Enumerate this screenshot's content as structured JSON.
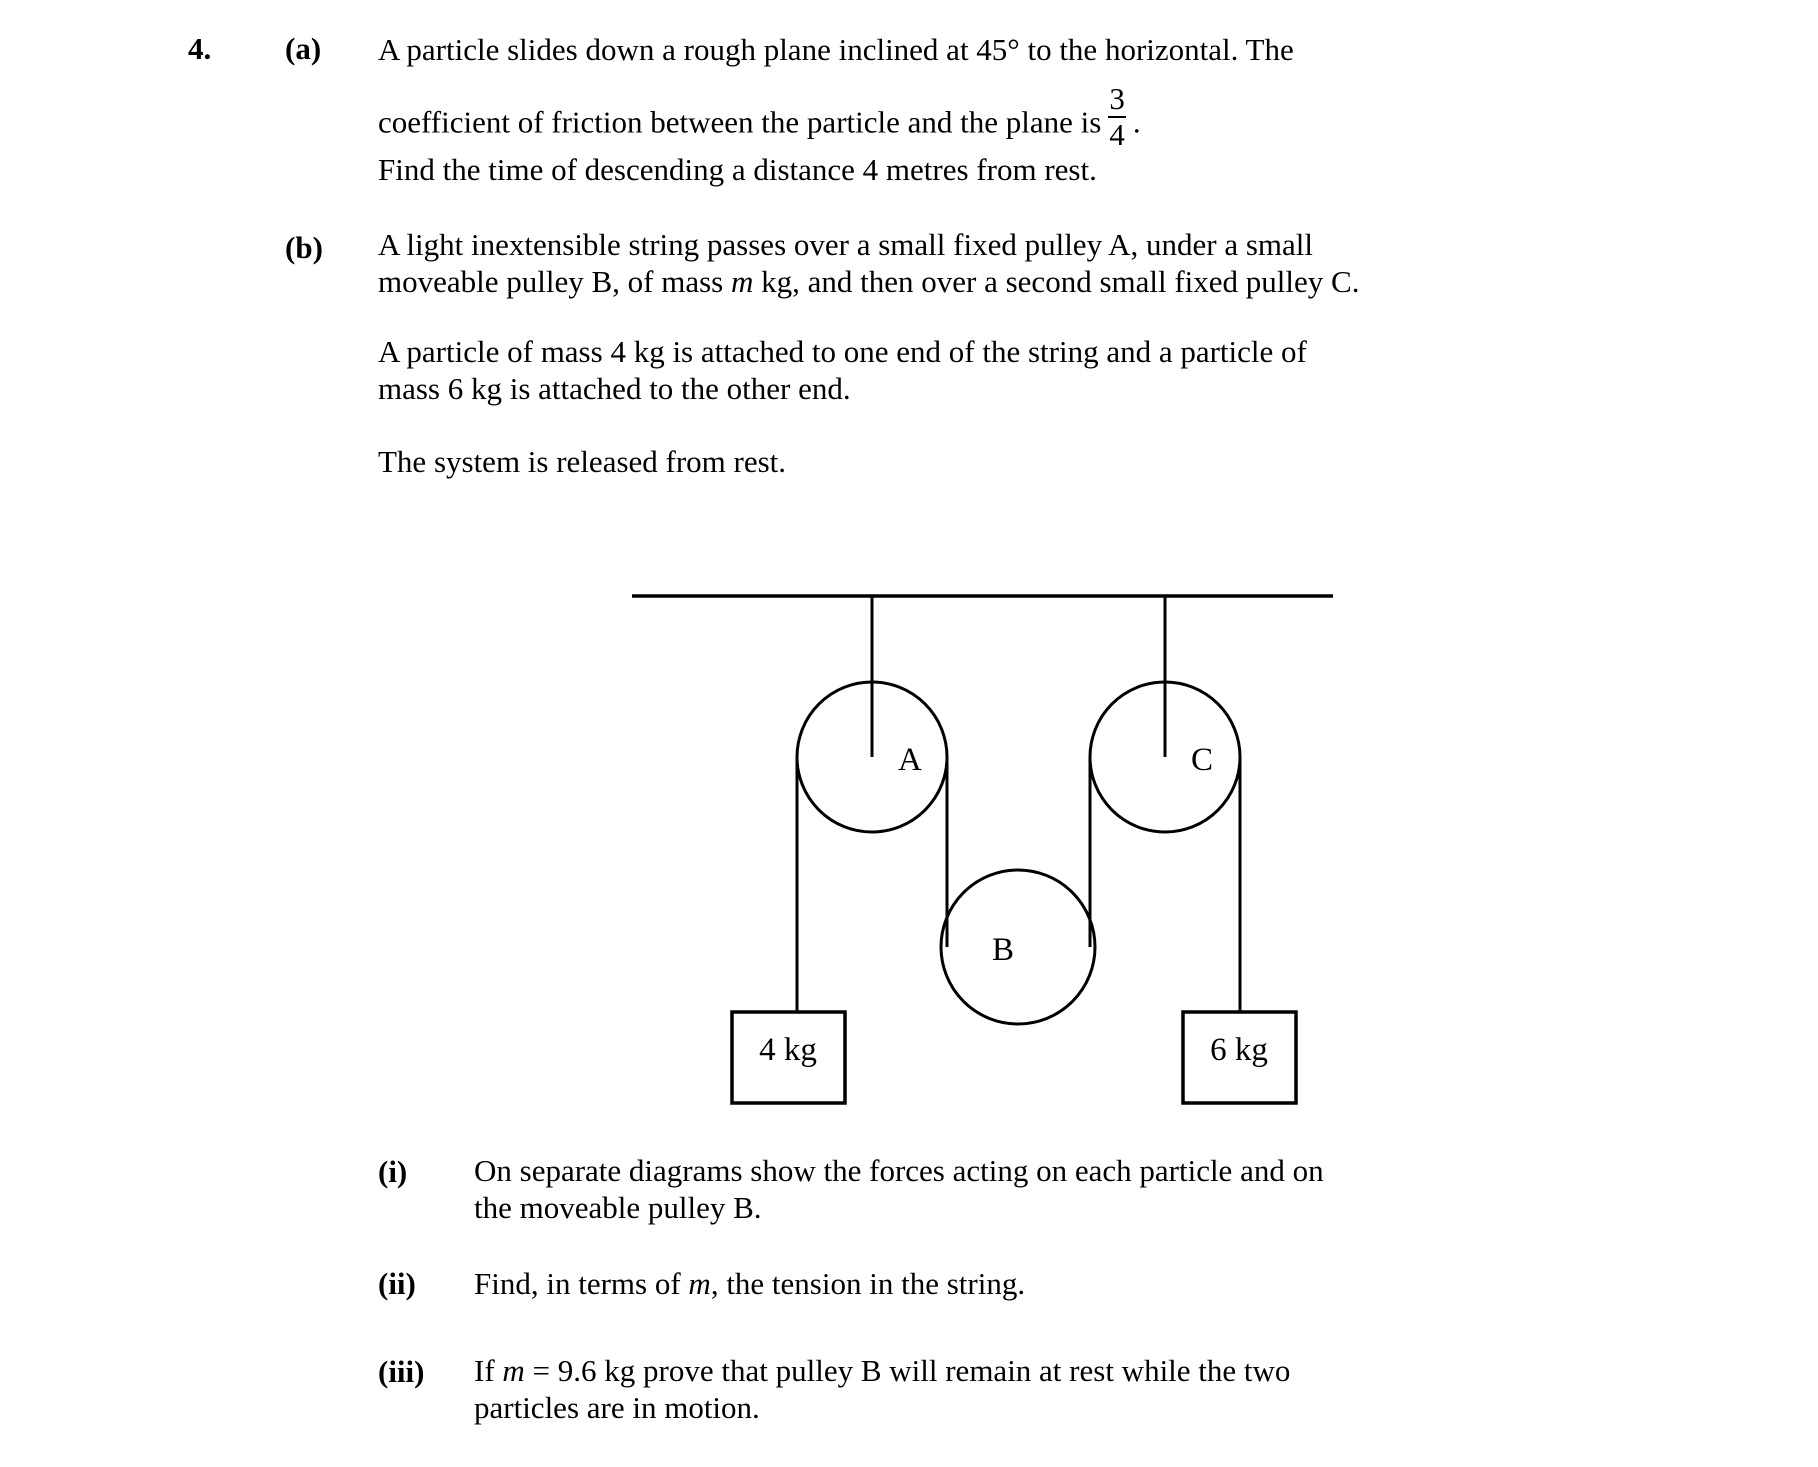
{
  "question": {
    "number": "4.",
    "parts": [
      {
        "label": "(a)",
        "line1_before": "A particle slides down a rough plane inclined at  45°  to the horizontal.  The",
        "line2_before": "coefficient of friction between the particle and the plane is",
        "fraction": {
          "numerator": "3",
          "denominator": "4"
        },
        "line2_after": ".",
        "line3": "Find the time of descending a distance 4 metres from rest."
      },
      {
        "label": "(b)",
        "para1_a": "A light inextensible string passes over a small fixed pulley A, under a small moveable pulley B, of mass ",
        "para1_m": "m",
        "para1_b": " kg, and then over a second small fixed pulley C.",
        "para2": "A particle of mass 4 kg is attached to one end of the string and a particle of mass 6 kg is attached to the other end.",
        "para3": "The system is released from rest."
      }
    ],
    "subparts": [
      {
        "label": "(i)",
        "text": "On separate diagrams show the forces acting on each particle and on the moveable pulley B."
      },
      {
        "label": "(ii)",
        "text_a": "Find, in terms of ",
        "text_m": "m",
        "text_b": ", the tension in the string."
      },
      {
        "label": "(iii)",
        "text_a": "If ",
        "text_m": "m",
        "text_b": " = 9.6 kg prove that pulley B will remain at rest while the two particles are in motion."
      }
    ]
  },
  "diagram": {
    "pulley_a_label": "A",
    "pulley_b_label": "B",
    "pulley_c_label": "C",
    "mass_left_label": "4 kg",
    "mass_right_label": "6 kg",
    "stroke_color": "#000000"
  }
}
